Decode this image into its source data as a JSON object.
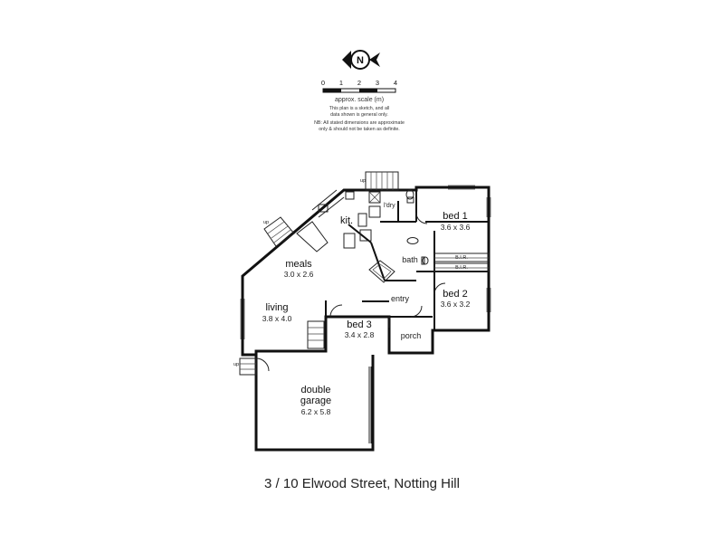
{
  "compass": {
    "label": "N",
    "icon": "north-arrow-icon"
  },
  "scale": {
    "ticks": [
      "0",
      "1",
      "2",
      "3",
      "4"
    ],
    "caption": "approx. scale (m)",
    "note_lines": [
      "This plan is a sketch, and all",
      "data shown is general only.",
      "NB: All stated dimensions are approximate",
      "only & should not be taken as definite."
    ]
  },
  "rooms": {
    "kitchen": {
      "name": "kit."
    },
    "laundry": {
      "name": "l'dry"
    },
    "bed1": {
      "name": "bed 1",
      "dims": "3.6 x 3.6"
    },
    "meals": {
      "name": "meals",
      "dims": "3.0 x 2.6"
    },
    "bath": {
      "name": "bath"
    },
    "bir_upper": {
      "name": "B.I.R."
    },
    "bir_lower": {
      "name": "B.I.R."
    },
    "entry": {
      "name": "entry"
    },
    "bed2": {
      "name": "bed 2",
      "dims": "3.6 x 3.2"
    },
    "living": {
      "name": "living",
      "dims": "3.8 x 4.0"
    },
    "bed3": {
      "name": "bed 3",
      "dims": "3.4 x 2.8"
    },
    "porch": {
      "name": "porch"
    },
    "garage": {
      "name_line1": "double",
      "name_line2": "garage",
      "dims": "6.2 x 5.8"
    }
  },
  "stairs": {
    "label": "up"
  },
  "address": "3 / 10 Elwood Street, Notting Hill"
}
